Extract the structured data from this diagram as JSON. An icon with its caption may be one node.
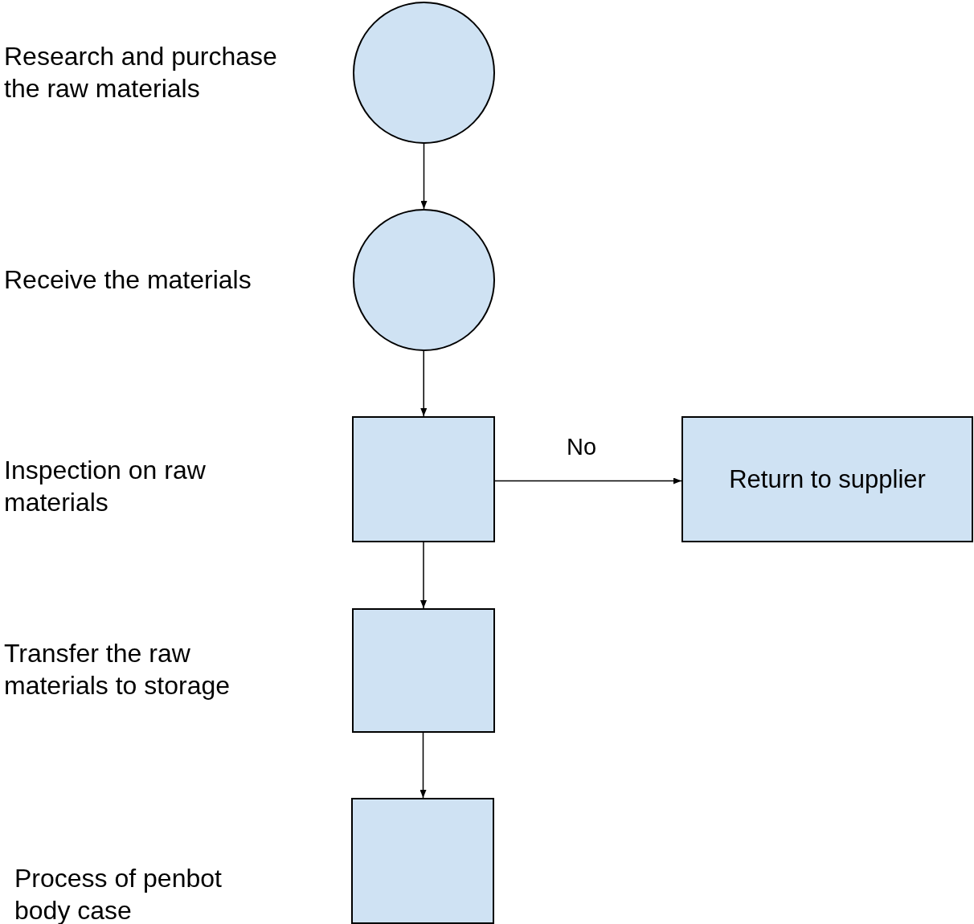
{
  "diagram": {
    "nodes": [
      {
        "text": [],
        "shape": "circle"
      },
      {
        "text": [],
        "shape": "circle"
      },
      {
        "text": [],
        "shape": "box"
      },
      {
        "text": [
          "Return to supplier"
        ]
      },
      {
        "text": [],
        "shape": "box"
      },
      {
        "text": [],
        "shape": "box"
      }
    ],
    "edges": [
      {
        "from": 0,
        "to": 1,
        "arrow": "to"
      },
      {
        "from": 1,
        "to": 2,
        "arrow": "to"
      },
      {
        "from": 2,
        "to": 3,
        "arrow": "to",
        "label": "No"
      },
      {
        "from": 2,
        "to": 4,
        "arrow": "to"
      },
      {
        "from": 4,
        "to": 5,
        "arrow": "to"
      }
    ],
    "labels": [
      "Research and purchase the raw materials",
      "Receive the materials",
      "Inspection on raw materials",
      "Transfer the raw materials to storage",
      "Process of penbot body case"
    ]
  }
}
